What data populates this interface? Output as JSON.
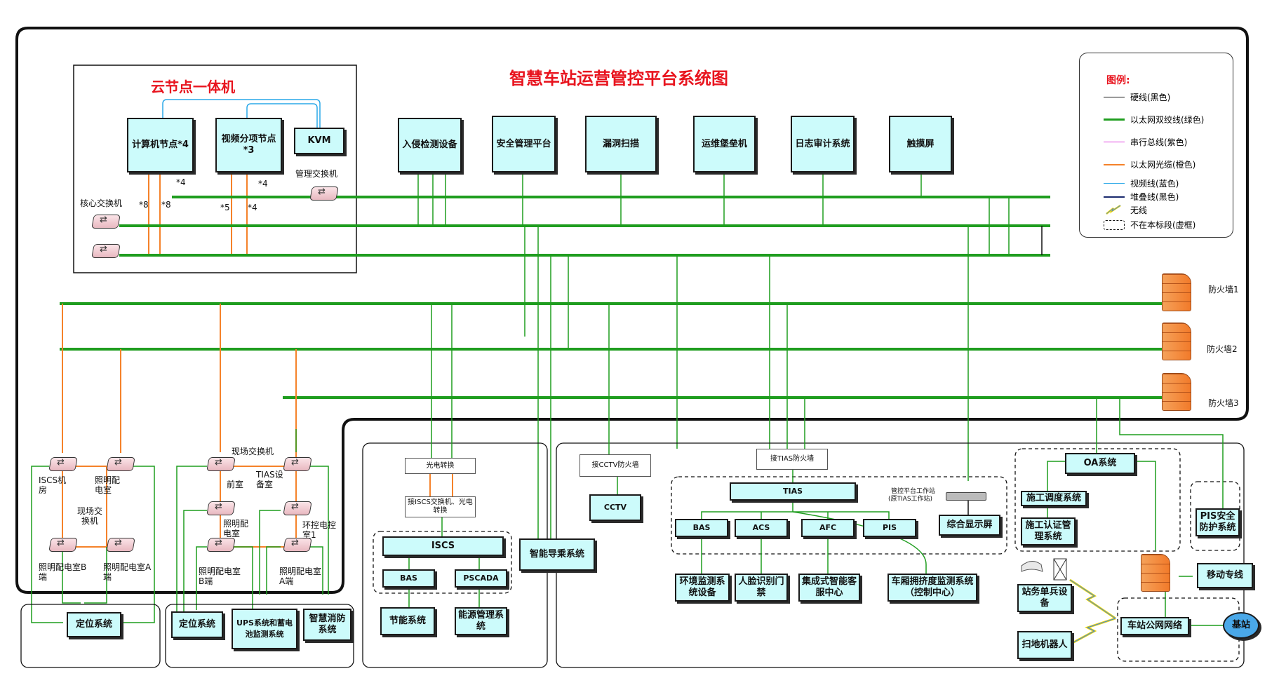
{
  "diagram": {
    "title": "智慧车站运营管控平台系统图",
    "cloud_node_title": "云节点一体机",
    "colors": {
      "black": "#1a1a1a",
      "green": "#1f9d1f",
      "purple": "#e040e0",
      "orange": "#f5822a",
      "blue": "#2aa8e8",
      "navy": "#1a2a6e",
      "red": "#e8141e",
      "box_fill": "#ccfbfb",
      "firewall": "#f5822a"
    },
    "legend": {
      "title": "图例:",
      "items": [
        {
          "label": "硬线(黑色)",
          "style": "black"
        },
        {
          "label": "以太网双绞线(绿色)",
          "style": "green"
        },
        {
          "label": "串行总线(紫色)",
          "style": "purple"
        },
        {
          "label": "以太网光缆(橙色)",
          "style": "orange"
        },
        {
          "label": "视频线(蓝色)",
          "style": "blue"
        },
        {
          "label": "堆叠线(黑色)",
          "style": "navy"
        },
        {
          "label": "无线",
          "style": "wireless"
        },
        {
          "label": "不在本标段(虚框)",
          "style": "dashed"
        }
      ]
    },
    "cloud": {
      "compute_node": "计算机节点*4",
      "video_node": "视频分项节点*3",
      "kvm": "KVM",
      "mgmt_switch": "管理交换机",
      "core_switch": "核心交换机",
      "mult_x4_a": "*4",
      "mult_x8_a": "*8",
      "mult_x8_b": "*8",
      "mult_x4_b": "*4",
      "mult_x5": "*5",
      "mult_x4_c": "*4"
    },
    "top_systems": {
      "intrusion": "入侵检测设备",
      "security_mgmt": "安全管理平台",
      "vuln_scan": "漏洞扫描",
      "bastion": "运维堡垒机",
      "log_audit": "日志审计系统",
      "touch": "触摸屏"
    },
    "firewalls": {
      "fw1": "防火墙1",
      "fw2": "防火墙2",
      "fw3": "防火墙3"
    },
    "field_left": {
      "iscs_room": "ISCS机房",
      "lighting_room": "照明配电室",
      "field_switch": "现场交换机",
      "lighting_b": "照明配电室B端",
      "lighting_a": "照明配电室A端",
      "positioning": "定位系统"
    },
    "field_mid": {
      "field_switch": "现场交换机",
      "front_room": "前室",
      "tias_room": "TIAS设备室",
      "lighting_room": "照明配电室",
      "env_room": "环控电控室1",
      "lighting_b": "照明配电室B端",
      "lighting_a": "照明配电室A端",
      "positioning": "定位系统",
      "ups": "UPS系统和蓄电池监测系统",
      "fire": "智慧消防系统"
    },
    "iscs_group": {
      "optical_conv": "光电转换",
      "iscs_switch_conv": "接ISCS交换机、光电转换",
      "iscs": "ISCS",
      "bas": "BAS",
      "pscada": "PSCADA",
      "energy_saving": "节能系统",
      "energy_mgmt": "能源管理系统",
      "smart_guide": "智能导乘系统"
    },
    "cctv_group": {
      "to_cctv_fw": "接CCTV防火墙",
      "cctv": "CCTV"
    },
    "tias_group": {
      "to_tias_fw": "接TIAS防火墙",
      "tias": "TIAS",
      "workstation": "管控平台工作站",
      "workstation_sub": "(原TIAS工作站)",
      "display": "综合显示屏",
      "bas": "BAS",
      "acs": "ACS",
      "afc": "AFC",
      "pis": "PIS",
      "env_monitor": "环境监测系统设备",
      "face_gate": "人脸识别门禁",
      "customer_service": "集成式智能客服中心",
      "carriage_monitor": "车厢拥挤度监测系统（控制中心）"
    },
    "oa_group": {
      "oa": "OA系统",
      "construction_dispatch": "施工调度系统",
      "construction_auth": "施工认证管理系统",
      "pis_security": "PIS安全防护系统",
      "mobile_line": "移动专线",
      "station_soldier": "站务单兵设备",
      "public_net": "车站公网网络",
      "base_station": "基站",
      "sweeper": "扫地机器人"
    }
  }
}
